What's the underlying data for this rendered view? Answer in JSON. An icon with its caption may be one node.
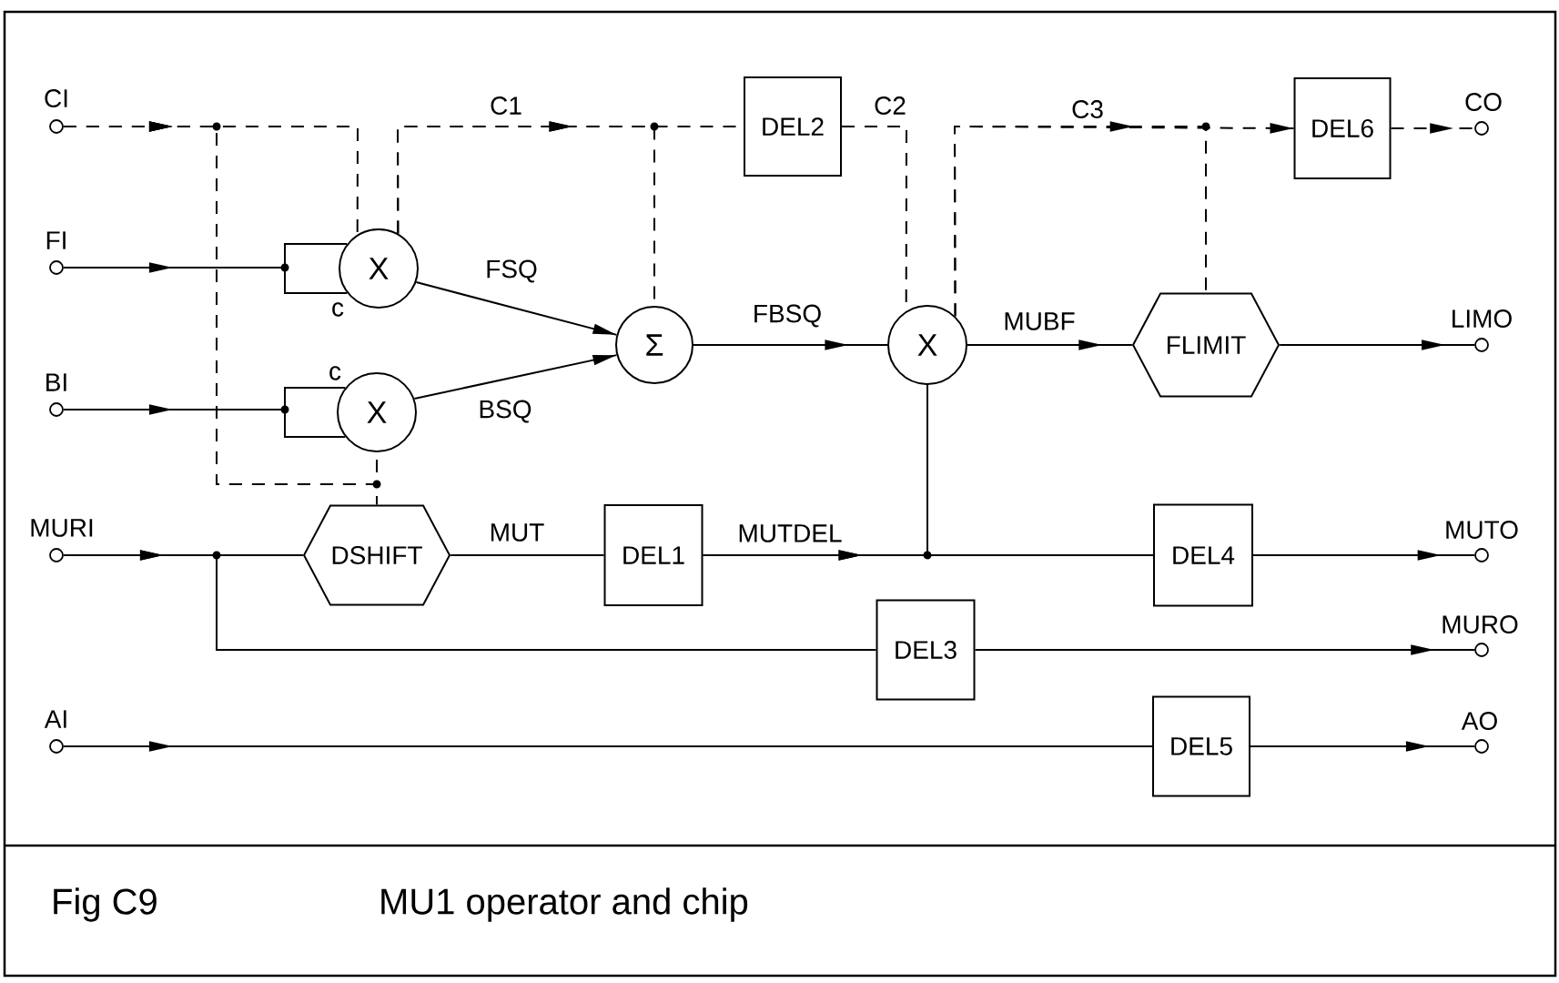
{
  "diagram": {
    "caption": "MU1 operator and chip",
    "nodes": [
      {
        "text": [],
        "shape": "circle",
        "beside": [
          "CI"
        ]
      },
      {
        "text": [],
        "shape": "circle",
        "beside": [
          "FI"
        ]
      },
      {
        "text": [],
        "shape": "circle",
        "beside": [
          "BI"
        ]
      },
      {
        "text": [],
        "shape": "circle",
        "beside": [
          "MURI"
        ]
      },
      {
        "text": [],
        "shape": "circle",
        "beside": [
          "AI"
        ]
      },
      {
        "text": [
          "X"
        ]
      },
      {
        "text": [
          "X"
        ]
      },
      {
        "text": [
          "DEL2"
        ]
      },
      {
        "text": [
          "Σ"
        ]
      },
      {
        "text": [
          "X"
        ]
      },
      {
        "text": [
          "FLIMIT"
        ]
      },
      {
        "text": [
          "DEL6"
        ]
      },
      {
        "text": [
          "DSHIFT"
        ]
      },
      {
        "text": [
          "DEL1"
        ]
      },
      {
        "text": [
          "DEL3"
        ]
      },
      {
        "text": [
          "DEL4"
        ]
      },
      {
        "text": [
          "DEL5"
        ]
      },
      {
        "text": [],
        "shape": "circle",
        "beside": [
          "CO"
        ]
      },
      {
        "text": [],
        "shape": "circle",
        "beside": [
          "LIMO"
        ]
      },
      {
        "text": [],
        "shape": "circle",
        "beside": [
          "MUTO"
        ]
      },
      {
        "text": [],
        "shape": "circle",
        "beside": [
          "MURO"
        ]
      },
      {
        "text": [],
        "shape": "circle",
        "beside": [
          "AO"
        ]
      }
    ],
    "edges": [
      {
        "from": 0,
        "to": 5,
        "arrow": "to",
        "style": "dashed"
      },
      {
        "from": 0,
        "to": 6,
        "arrow": "to",
        "style": "dashed"
      },
      {
        "from": 0,
        "to": 12,
        "arrow": "to",
        "style": "dashed"
      },
      {
        "from": 5,
        "to": 7,
        "arrow": "to",
        "style": "dashed",
        "label": "C1"
      },
      {
        "from": 5,
        "to": 8,
        "arrow": "to",
        "style": "dashed"
      },
      {
        "from": 7,
        "to": 9,
        "arrow": "none",
        "style": "dashed",
        "label": "C2"
      },
      {
        "from": 9,
        "to": 11,
        "arrow": "to",
        "style": "dashed",
        "label": "C3"
      },
      {
        "from": 9,
        "to": 10,
        "arrow": "to",
        "style": "dashed"
      },
      {
        "from": 11,
        "to": 17,
        "arrow": "to",
        "style": "dashed"
      },
      {
        "from": 1,
        "to": 5,
        "arrow": "to"
      },
      {
        "from": 2,
        "to": 6,
        "arrow": "to"
      },
      {
        "from": 5,
        "to": 8,
        "arrow": "to",
        "label": "FSQ"
      },
      {
        "from": 6,
        "to": 8,
        "arrow": "to",
        "label": "BSQ"
      },
      {
        "from": 8,
        "to": 9,
        "arrow": "to",
        "label": "FBSQ"
      },
      {
        "from": 9,
        "to": 10,
        "arrow": "to",
        "label": "MUBF"
      },
      {
        "from": 10,
        "to": 18,
        "arrow": "to"
      },
      {
        "from": 3,
        "to": 12,
        "arrow": "to"
      },
      {
        "from": 3,
        "to": 14,
        "arrow": "to"
      },
      {
        "from": 12,
        "to": 13,
        "arrow": "none",
        "label": "MUT"
      },
      {
        "from": 13,
        "to": 15,
        "arrow": "to",
        "label": "MUTDEL"
      },
      {
        "from": 13,
        "to": 9,
        "arrow": "to"
      },
      {
        "from": 15,
        "to": 19,
        "arrow": "to"
      },
      {
        "from": 14,
        "to": 20,
        "arrow": "to"
      },
      {
        "from": 4,
        "to": 16,
        "arrow": "to"
      },
      {
        "from": 16,
        "to": 21,
        "arrow": "to"
      }
    ],
    "labels": [
      "c",
      "c",
      "Fig C9"
    ]
  }
}
